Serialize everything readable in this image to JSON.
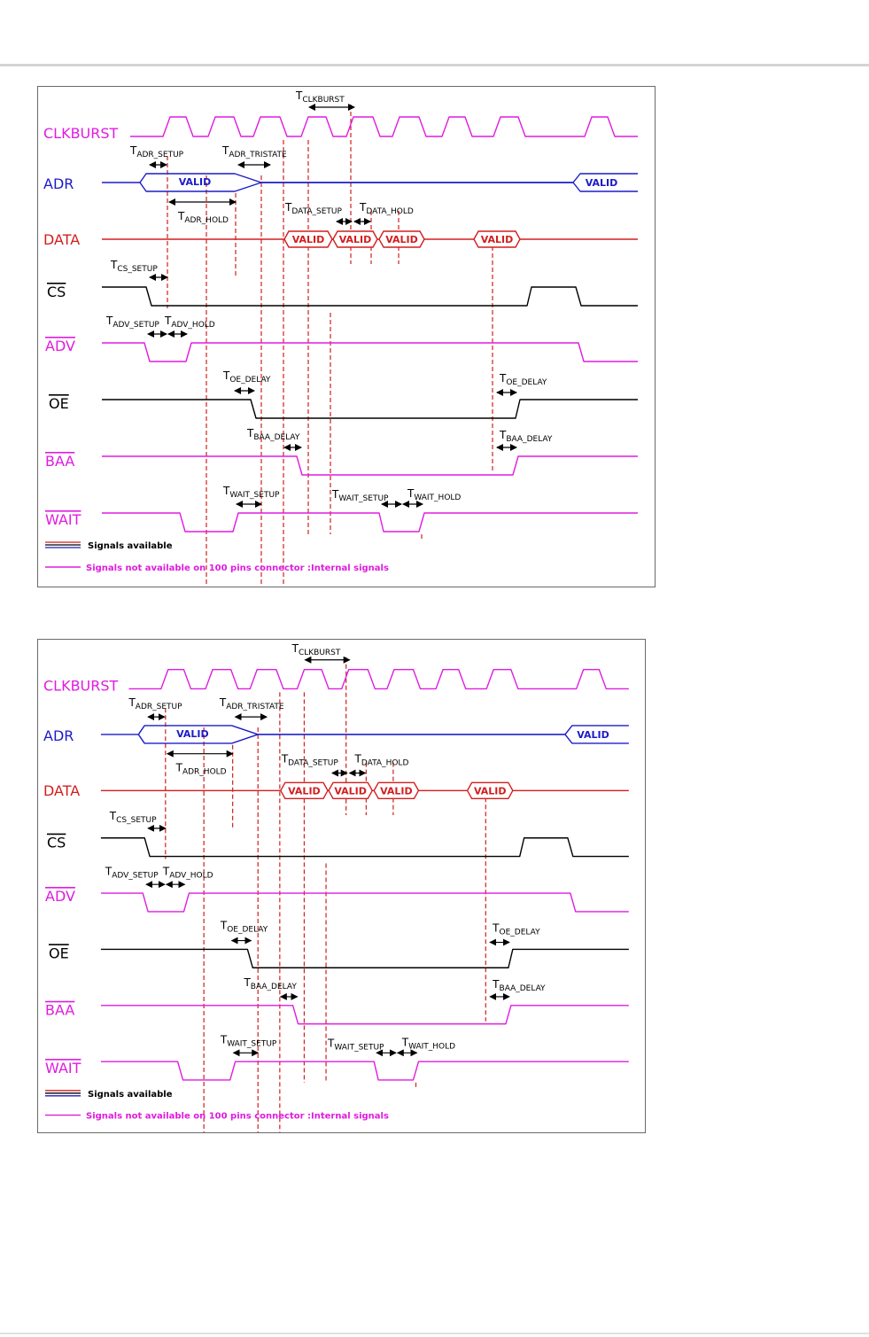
{
  "diagrams": [
    {
      "signals": {
        "clkburst": "CLKBURST",
        "adr": "ADR",
        "data": "DATA",
        "cs": "CS",
        "adv": "ADV",
        "oe": "OE",
        "baa": "BAA",
        "wait": "WAIT"
      },
      "valid": "VALID",
      "timings": {
        "t": "T",
        "clkburst": "CLKBURST",
        "adr_setup": "ADR_SETUP",
        "adr_tristate": "ADR_TRISTATE",
        "adr_hold": "ADR_HOLD",
        "data_setup": "DATA_SETUP",
        "data_hold": "DATA_HOLD",
        "cs_setup": "CS_SETUP",
        "adv_setup": "ADV_SETUP",
        "adv_hold": "ADV_HOLD",
        "oe_delay": "OE_DELAY",
        "baa_delay": "BAA_DELAY",
        "wait_setup": "WAIT_SETUP",
        "wait_hold": "WAIT_HOLD"
      },
      "legend": {
        "available": "Signals available",
        "internal": "Signals not available on 100 pins connector :Internal signals"
      }
    },
    {
      "signals": {
        "clkburst": "CLKBURST",
        "adr": "ADR",
        "data": "DATA",
        "cs": "CS",
        "adv": "ADV",
        "oe": "OE",
        "baa": "BAA",
        "wait": "WAIT"
      },
      "valid": "VALID",
      "timings": {
        "t": "T",
        "clkburst": "CLKBURST",
        "adr_setup": "ADR_SETUP",
        "adr_tristate": "ADR_TRISTATE",
        "adr_hold": "ADR_HOLD",
        "data_setup": "DATA_SETUP",
        "data_hold": "DATA_HOLD",
        "cs_setup": "CS_SETUP",
        "adv_setup": "ADV_SETUP",
        "adv_hold": "ADV_HOLD",
        "oe_delay": "OE_DELAY",
        "baa_delay": "BAA_DELAY",
        "wait_setup": "WAIT_SETUP",
        "wait_hold": "WAIT_HOLD"
      },
      "legend": {
        "available": "Signals available",
        "internal": "Signals not available on 100 pins connector :Internal signals"
      }
    }
  ],
  "colors": {
    "magenta": "#e01be0",
    "blue": "#1c1cc8",
    "red": "#d21e1e",
    "black": "#000000",
    "guide": "#d21e1e"
  }
}
